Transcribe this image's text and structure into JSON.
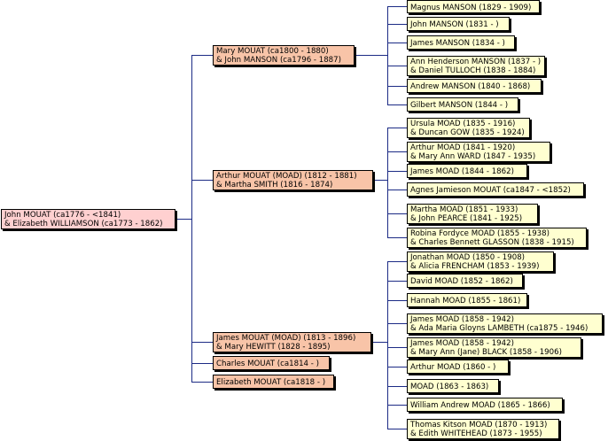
{
  "colors": {
    "root": "#ffd0d0",
    "children": "#f8c4a8",
    "grandchildren": "#ffffd0",
    "lines": "#1c2b85"
  },
  "root": {
    "line1": "John MOUAT (ca1776 - <1841)",
    "line2": "& Elizabeth WILLIAMSON (ca1773 - 1862)"
  },
  "children": [
    {
      "line1": "Mary MOUAT (ca1800 - 1880)",
      "line2": "& John MANSON (ca1796 - 1887)"
    },
    {
      "line1": "Arthur MOUAT (MOAD) (1812 - 1881)",
      "line2": "& Martha SMITH (1816 - 1874)"
    },
    {
      "line1": "James MOUAT (MOAD) (1813 - 1896)",
      "line2": "& Mary HEWITT (1828 - 1895)"
    },
    {
      "line1": "Charles MOUAT (ca1814 - )"
    },
    {
      "line1": "Elizabeth MOUAT (ca1818 - )"
    }
  ],
  "grandchildren_mary": [
    {
      "line1": "Magnus MANSON (1829 - 1909)"
    },
    {
      "line1": "John MANSON (1831 - )"
    },
    {
      "line1": "James MANSON (1834 - )"
    },
    {
      "line1": "Ann Henderson MANSON (1837 - )",
      "line2": "& Daniel TULLOCH (1838 - 1884)"
    },
    {
      "line1": "Andrew MANSON (1840 - 1868)"
    },
    {
      "line1": "Gilbert MANSON (1844 - )"
    }
  ],
  "grandchildren_arthur": [
    {
      "line1": "Ursula MOAD (1835 - 1916)",
      "line2": "& Duncan GOW (1835 - 1924)"
    },
    {
      "line1": "Arthur MOAD (1841 - 1920)",
      "line2": "& Mary Ann WARD (1847 - 1935)"
    },
    {
      "line1": "James MOAD (1844 - 1862)"
    },
    {
      "line1": "Agnes Jamieson MOUAT (ca1847 - <1852)"
    },
    {
      "line1": "Martha MOAD (1851 - 1933)",
      "line2": "& John PEARCE (1841 - 1925)"
    },
    {
      "line1": "Robina Fordyce MOAD (1855 - 1938)",
      "line2": "& Charles Bennett GLASSON (1838 - 1915)"
    }
  ],
  "grandchildren_james": [
    {
      "line1": "Jonathan MOAD (1850 - 1908)",
      "line2": "& Alicia FRENCHAM (1853 - 1939)"
    },
    {
      "line1": "David MOAD (1852 - 1862)"
    },
    {
      "line1": "Hannah MOAD (1855 - 1861)"
    },
    {
      "line1": "James MOAD (1858 - 1942)",
      "line2": "& Ada Maria Gloyns LAMBETH (ca1875 - 1946)"
    },
    {
      "line1": "James MOAD (1858 - 1942)",
      "line2": "& Mary Ann (Jane) BLACK (1858 - 1906)"
    },
    {
      "line1": "Arthur MOAD (1860 - )"
    },
    {
      "line1": "MOAD (1863 - 1863)"
    },
    {
      "line1": "William Andrew MOAD (1865 - 1866)"
    },
    {
      "line1": "Thomas Kitson MOAD (1870 - 1913)",
      "line2": "& Edith WHITEHEAD (1873 - 1955)"
    }
  ]
}
